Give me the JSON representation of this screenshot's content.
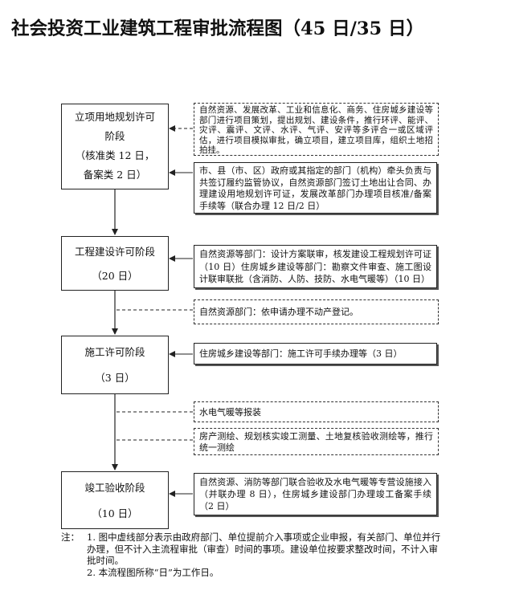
{
  "title": "社会投资工业建筑工程审批流程图（45 日/35 日）",
  "stages": [
    {
      "lines": [
        "立项用地规划许可",
        "阶段",
        "（核准类 12 日，",
        "备案类 2 日）"
      ]
    },
    {
      "lines": [
        "工程建设许可阶段",
        "（20 日）"
      ]
    },
    {
      "lines": [
        "施工许可阶段",
        "（3 日）"
      ]
    },
    {
      "lines": [
        "竣工验收阶段",
        "（10 日）"
      ]
    }
  ],
  "notes": [
    {
      "text": "自然资源、发展改革、工业和信息化、商务、住房城乡建设等部门进行项目策划，提出规划、建设条件，推行环评、能评、灾评、震评、文评、水评、气评、安评等多评合一或区域评估，进行项目模拟审批，确立项目，建立项目库，组织土地招拍挂。",
      "dashed": true
    },
    {
      "text": "市、县（市、区）政府或其指定的部门（机构）牵头负责与共签订履约监管协议，自然资源部门签订土地出让合同、办理建设用地规划许可证，发展改革部门办理项目核准/备案手续等（联合办理 12 日/2 日）",
      "dashed": false
    },
    {
      "text": "自然资源等部门：设计方案联审，核发建设工程规划许可证（10 日）住房城乡建设等部门：勘察文件审查、施工图设计联审联批（含消防、人防、技防、水电气暖等）（10 日）",
      "dashed": false
    },
    {
      "text": "自然资源部门：依申请办理不动产登记。",
      "dashed": true
    },
    {
      "text": "住房城乡建设等部门：施工许可手续办理等（3 日）",
      "dashed": false
    },
    {
      "text": "水电气暖等报装",
      "dashed": true
    },
    {
      "text": "房产测绘、规划核实竣工测量、土地复核验收测绘等，推行统一测绘",
      "dashed": true
    },
    {
      "text": "自然资源、消防等部门联合验收及水电气暖等专营设施接入（并联办理 8 日），住房城乡建设部门办理竣工备案手续（2 日）",
      "dashed": false
    }
  ],
  "footnote": {
    "prefix": "注：",
    "items": [
      "1. 图中虚线部分表示由政府部门、单位提前介入事项或企业申报，有关部门、单位并行办理，但不计入主流程审批（审查）时间的事项。建设单位按要求整改时间，不计入审批时间。",
      "2. 本流程图所称“日”为工作日。"
    ]
  }
}
